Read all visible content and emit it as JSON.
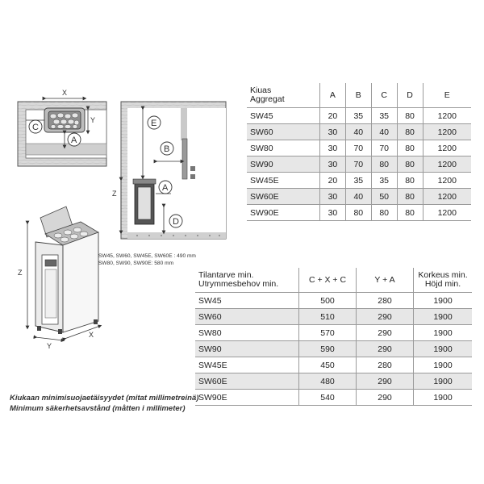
{
  "title": "Kiukaan minimisuojaetäisyydet (mitat millimetreinä)",
  "subtitle": "Minimum säkerhetsavstånd (måtten i millimeter)",
  "diagram": {
    "labels": {
      "x": "X",
      "y": "Y",
      "z": "Z",
      "a": "A",
      "b": "B",
      "c": "C",
      "d": "D",
      "e": "E"
    },
    "height_note_1": "SW45, SW60, SW45E, SW60E : 490 mm",
    "height_note_2": "SW80, SW90, SW90E: 580 mm"
  },
  "table1": {
    "header_model_1": "Kiuas",
    "header_model_2": "Aggregat",
    "columns": [
      "A",
      "B",
      "C",
      "D",
      "E"
    ],
    "rows": [
      {
        "model": "SW45",
        "values": [
          "20",
          "35",
          "35",
          "80",
          "1200"
        ]
      },
      {
        "model": "SW60",
        "values": [
          "30",
          "40",
          "40",
          "80",
          "1200"
        ]
      },
      {
        "model": "SW80",
        "values": [
          "30",
          "70",
          "70",
          "80",
          "1200"
        ]
      },
      {
        "model": "SW90",
        "values": [
          "30",
          "70",
          "80",
          "80",
          "1200"
        ]
      },
      {
        "model": "SW45E",
        "values": [
          "20",
          "35",
          "35",
          "80",
          "1200"
        ]
      },
      {
        "model": "SW60E",
        "values": [
          "30",
          "40",
          "50",
          "80",
          "1200"
        ]
      },
      {
        "model": "SW90E",
        "values": [
          "30",
          "80",
          "80",
          "80",
          "1200"
        ]
      }
    ]
  },
  "table2": {
    "header_model_1": "Tilantarve min.",
    "header_model_2": "Utrymmesbehov min.",
    "col1": "C + X + C",
    "col2": "Y + A",
    "col3_1": "Korkeus min.",
    "col3_2": "Höjd min.",
    "rows": [
      {
        "model": "SW45",
        "values": [
          "500",
          "280",
          "1900"
        ]
      },
      {
        "model": "SW60",
        "values": [
          "510",
          "290",
          "1900"
        ]
      },
      {
        "model": "SW80",
        "values": [
          "570",
          "290",
          "1900"
        ]
      },
      {
        "model": "SW90",
        "values": [
          "590",
          "290",
          "1900"
        ]
      },
      {
        "model": "SW45E",
        "values": [
          "450",
          "280",
          "1900"
        ]
      },
      {
        "model": "SW60E",
        "values": [
          "480",
          "290",
          "1900"
        ]
      },
      {
        "model": "SW90E",
        "values": [
          "540",
          "290",
          "1900"
        ]
      }
    ]
  }
}
